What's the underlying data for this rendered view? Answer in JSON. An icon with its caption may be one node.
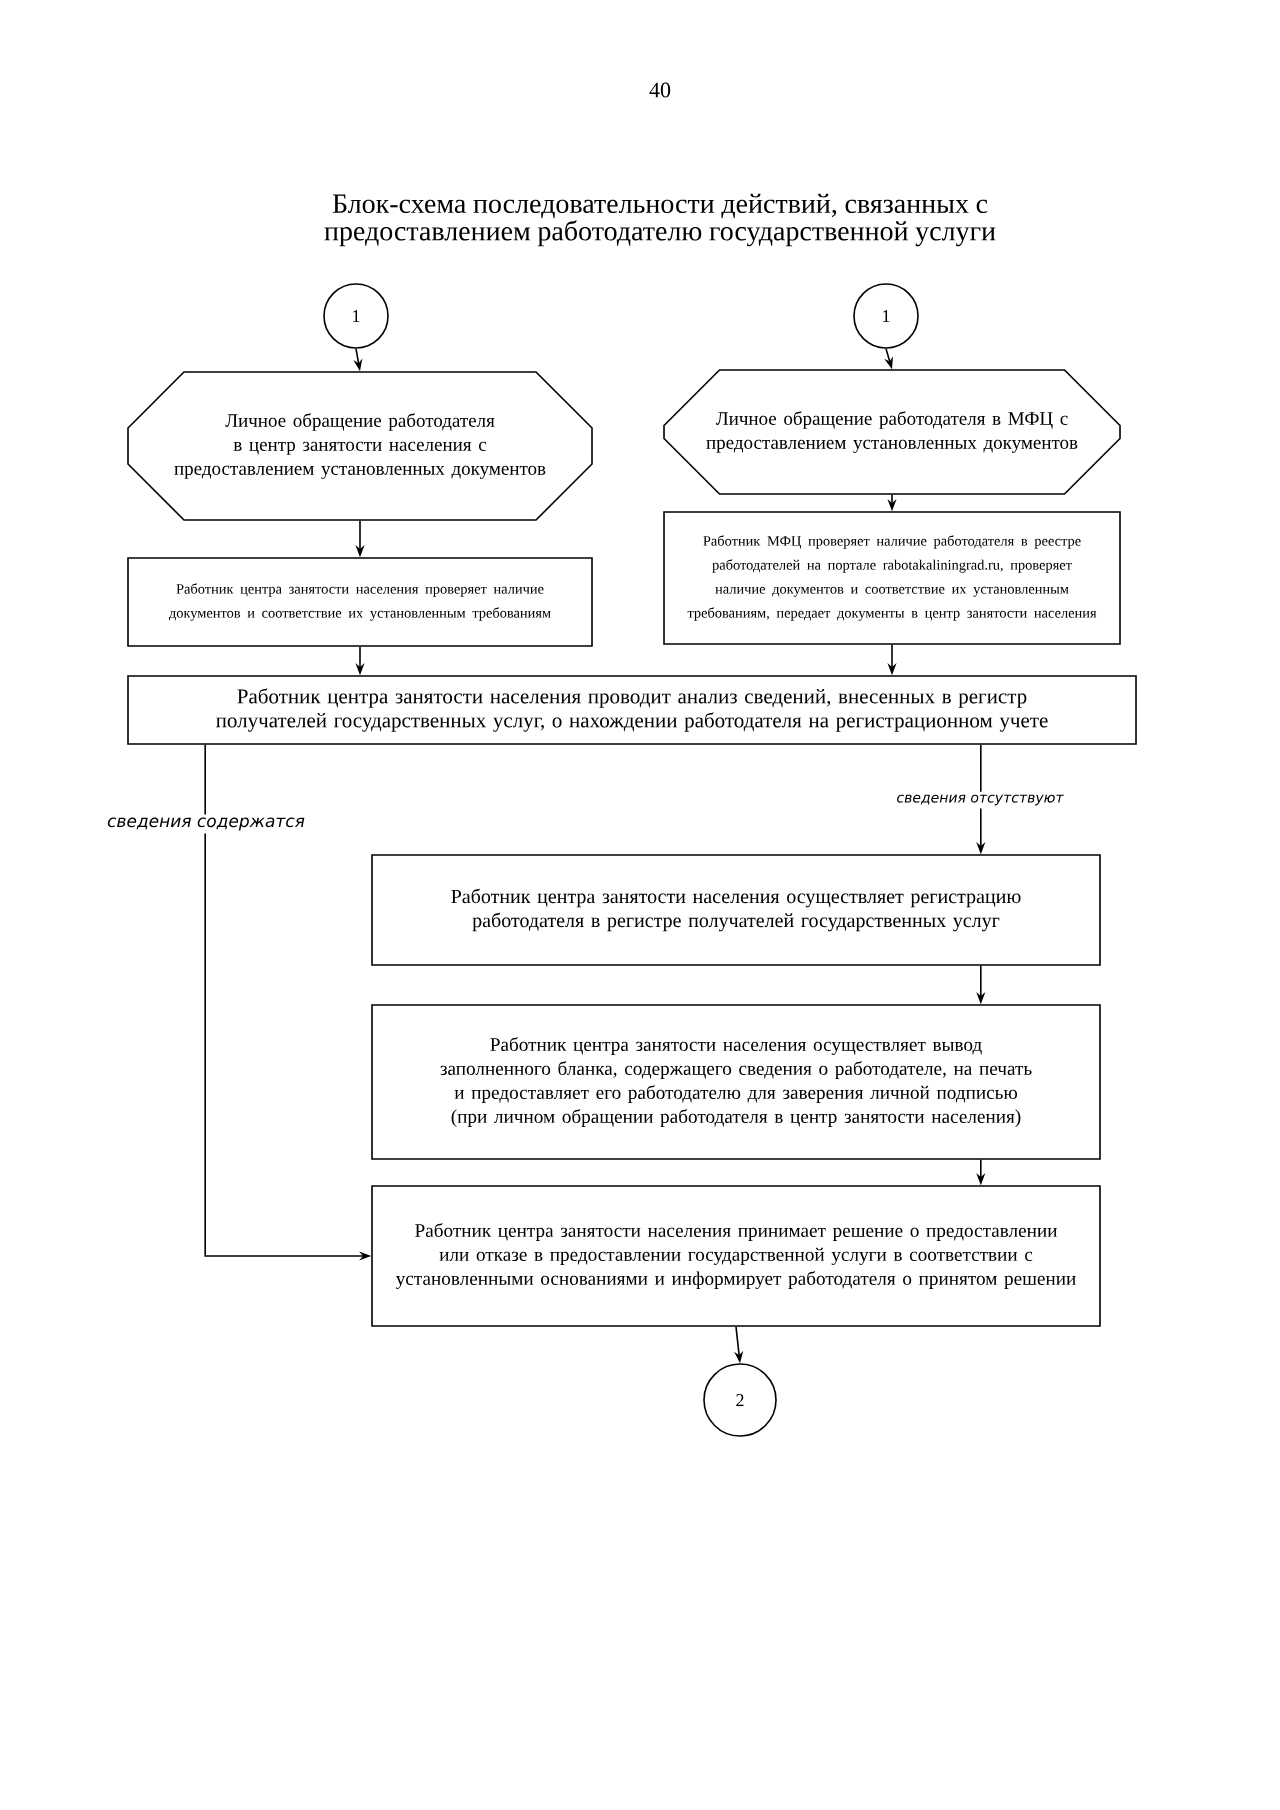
{
  "diagram": {
    "title": "Блок-схема последовательности действий, связанных с предоставлением работодателю государственной услуги",
    "nodes": [
      {
        "text": [
          "1"
        ]
      },
      {
        "text": [
          "1"
        ]
      },
      {
        "text": [
          "Личное обращение работодателя в центр занятости населения с предоставлением установленных документов"
        ]
      },
      {
        "text": [
          "Личное обращение работодателя в МФЦ с предоставлением установленных документов"
        ]
      },
      {
        "text": [
          "Работник центра занятости населения проверяет наличие документов и соответствие их установленным требованиям"
        ]
      },
      {
        "text": [
          "Работник МФЦ проверяет наличие работодателя в реестре работодателей на портале rabotakaliningrad.ru, проверяет наличие документов и соответствие их установленным требованиям, передает документы в центр занятости населения"
        ]
      },
      {
        "text": [
          "Работник центра занятости населения проводит анализ сведений, внесенных в регистр получателей государственных услуг, о нахождении работодателя на регистрационном учете"
        ]
      },
      {
        "text": [
          "Работник центра занятости населения осуществляет регистрацию работодателя в регистре получателей государственных услуг"
        ]
      },
      {
        "text": [
          "Работник центра занятости населения осуществляет вывод заполненного бланка, содержащего сведения о работодателе, на печать и предоставляет его работодателю для заверения личной подписью (при личном обращении работодателя в центр занятости населения)"
        ]
      },
      {
        "text": [
          "Работник центра занятости населения принимает решение о предоставлении или отказе в предоставлении государственной услуги в соответствии с установленными основаниями и информирует работодателя о принятом решении"
        ]
      },
      {
        "text": [
          "2"
        ]
      }
    ],
    "edges": [
      {
        "from": 0,
        "to": 2,
        "arrow": "to"
      },
      {
        "from": 1,
        "to": 3,
        "arrow": "to"
      },
      {
        "from": 2,
        "to": 4,
        "arrow": "to"
      },
      {
        "from": 3,
        "to": 5,
        "arrow": "to"
      },
      {
        "from": 4,
        "to": 6,
        "arrow": "to"
      },
      {
        "from": 5,
        "to": 6,
        "arrow": "to"
      },
      {
        "from": 6,
        "to": 7,
        "arrow": "to",
        "label": "сведения отсутствуют"
      },
      {
        "from": 6,
        "to": 9,
        "arrow": "to",
        "label": "сведения содержатся"
      },
      {
        "from": 7,
        "to": 8,
        "arrow": "to"
      },
      {
        "from": 8,
        "to": 9,
        "arrow": "to"
      },
      {
        "from": 9,
        "to": 10,
        "arrow": "to"
      }
    ],
    "labels": [
      "40"
    ]
  }
}
